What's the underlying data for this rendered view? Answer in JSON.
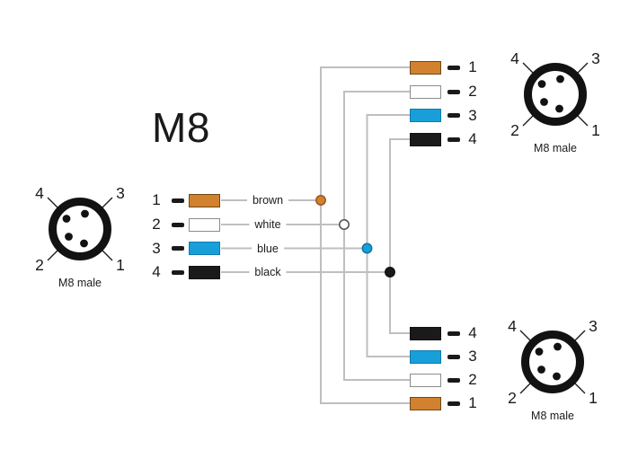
{
  "title": "M8",
  "colors": {
    "brown": "#d2812e",
    "white": "#ffffff",
    "blue": "#189fd9",
    "black": "#1a1a1a",
    "wire_line": "#bfbfbf"
  },
  "left_wires": [
    {
      "pin": "1",
      "color_name": "brown",
      "hex": "#d2812e"
    },
    {
      "pin": "2",
      "color_name": "white",
      "hex": "#ffffff"
    },
    {
      "pin": "3",
      "color_name": "blue",
      "hex": "#189fd9"
    },
    {
      "pin": "4",
      "color_name": "black",
      "hex": "#1a1a1a"
    }
  ],
  "top_right_wires": [
    {
      "pin": "1",
      "color_name": "brown",
      "hex": "#d2812e"
    },
    {
      "pin": "2",
      "color_name": "white",
      "hex": "#ffffff"
    },
    {
      "pin": "3",
      "color_name": "blue",
      "hex": "#189fd9"
    },
    {
      "pin": "4",
      "color_name": "black",
      "hex": "#1a1a1a"
    }
  ],
  "bottom_right_wires": [
    {
      "pin": "4",
      "color_name": "black",
      "hex": "#1a1a1a"
    },
    {
      "pin": "3",
      "color_name": "blue",
      "hex": "#189fd9"
    },
    {
      "pin": "2",
      "color_name": "white",
      "hex": "#ffffff"
    },
    {
      "pin": "1",
      "color_name": "brown",
      "hex": "#d2812e"
    }
  ],
  "connectors": {
    "left": {
      "caption": "M8 male",
      "labels": {
        "tl": "4",
        "tr": "3",
        "bl": "2",
        "br": "1"
      }
    },
    "top_right": {
      "caption": "M8 male",
      "labels": {
        "tl": "4",
        "tr": "3",
        "bl": "2",
        "br": "1"
      }
    },
    "bottom_right": {
      "caption": "M8 male",
      "labels": {
        "tl": "4",
        "tr": "3",
        "bl": "2",
        "br": "1"
      }
    }
  }
}
